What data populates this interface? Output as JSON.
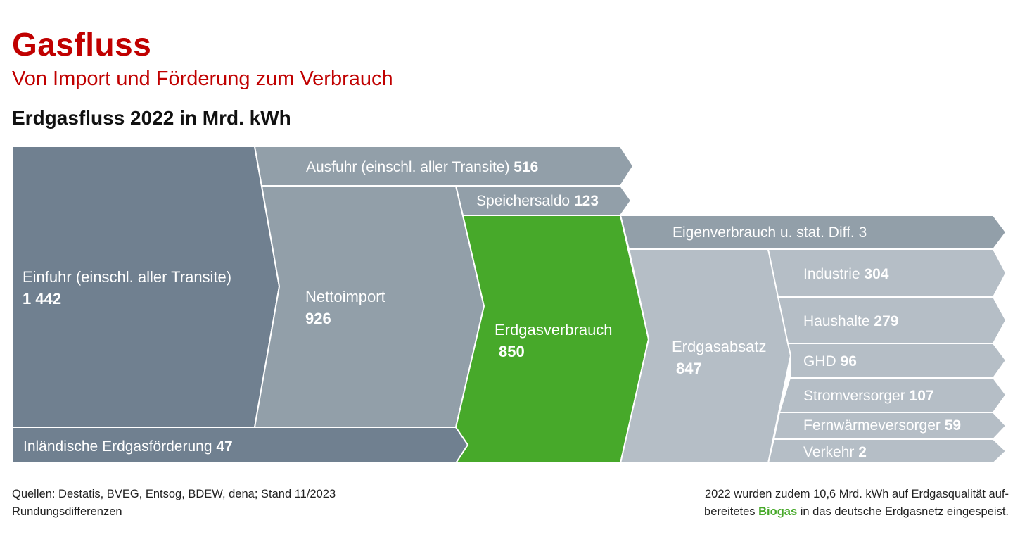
{
  "header": {
    "title": "Gasfluss",
    "subtitle": "Von Import und Förderung zum Verbrauch",
    "chart_title": "Erdgasfluss 2022 in Mrd. kWh"
  },
  "colors": {
    "title_red": "#c00000",
    "dark_slate": "#708090",
    "mid_slate": "#929fa9",
    "light_slate": "#b5bec6",
    "green": "#47a92a"
  },
  "chart_data": {
    "type": "sankey",
    "unit": "Mrd. kWh",
    "year": 2022,
    "nodes": [
      {
        "id": "einfuhr",
        "label": "Einfuhr (einschl. aller Transite)",
        "value": "1 442"
      },
      {
        "id": "inland",
        "label": "Inländische Erdgasförderung",
        "value": "47"
      },
      {
        "id": "ausfuhr",
        "label": "Ausfuhr (einschl. aller Transite)",
        "value": "516"
      },
      {
        "id": "netto",
        "label": "Nettoimport",
        "value": "926"
      },
      {
        "id": "speicher",
        "label": "Speichersaldo",
        "value": "123"
      },
      {
        "id": "verbrauch",
        "label": "Erdgasverbrauch",
        "value": "850"
      },
      {
        "id": "eigen",
        "label": "Eigenverbrauch u. stat. Diff.",
        "value": "3"
      },
      {
        "id": "absatz",
        "label": "Erdgasabsatz",
        "value": "847"
      },
      {
        "id": "industrie",
        "label": "Industrie",
        "value": "304"
      },
      {
        "id": "haushalte",
        "label": "Haushalte",
        "value": "279"
      },
      {
        "id": "ghd",
        "label": "GHD",
        "value": "96"
      },
      {
        "id": "strom",
        "label": "Stromversorger",
        "value": "107"
      },
      {
        "id": "fernwaerme",
        "label": "Fernwärmeversorger",
        "value": "59"
      },
      {
        "id": "verkehr",
        "label": "Verkehr",
        "value": "2"
      }
    ]
  },
  "footer": {
    "sources": "Quellen: Destatis, BVEG, Entsog, BDEW, dena; Stand 11/2023",
    "rounding": "Rundungsdifferenzen",
    "note_line1": "2022 wurden zudem 10,6 Mrd. kWh auf Erdgasqualität auf-",
    "note_line2_pre": "bereitetes",
    "note_biogas": "Biogas",
    "note_line2_post": "in das deutsche Erdgasnetz eingespeist."
  }
}
